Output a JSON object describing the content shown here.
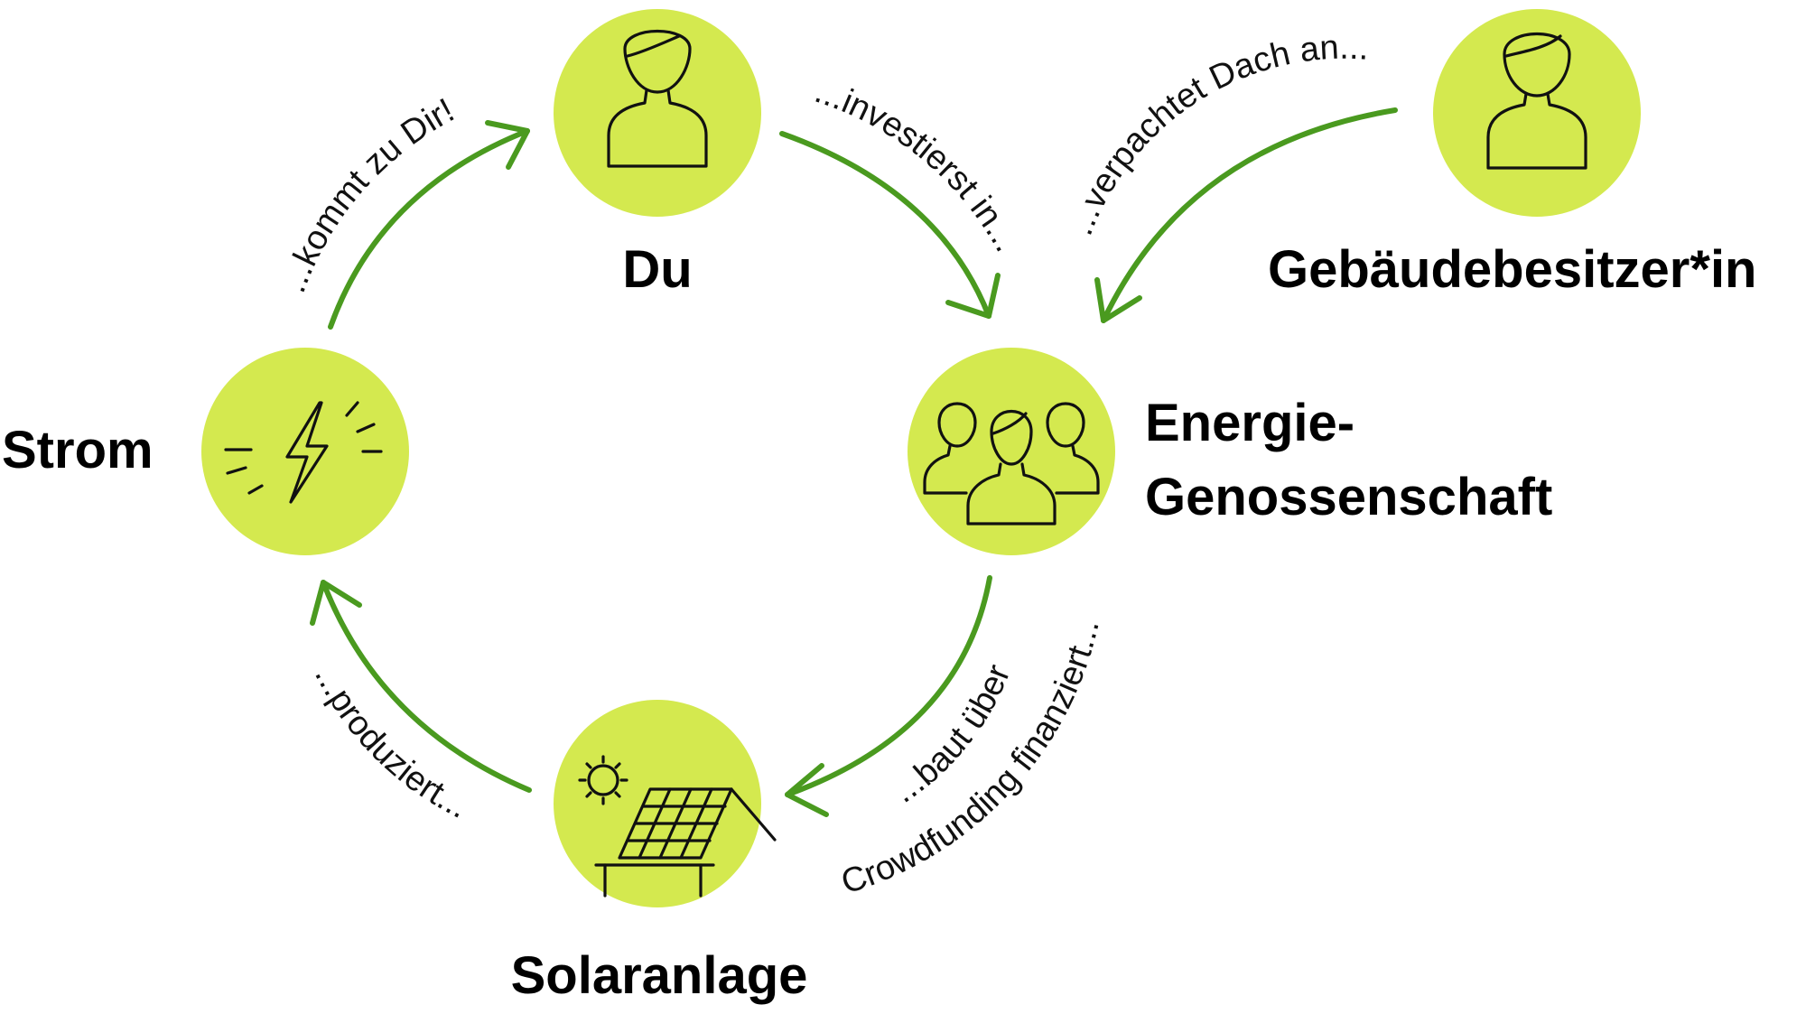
{
  "nodes": {
    "du": "Du",
    "owner": "Gebäudebesitzer*in",
    "coop_line1": "Energie-",
    "coop_line2": "Genossenschaft",
    "strom": "Strom",
    "solar": "Solaranlage"
  },
  "edges": {
    "invest": "...investierst in...",
    "lease": "...verpachtet Dach an...",
    "build_line1": "...baut über",
    "build_line2": "Crowdfunding finanziert...",
    "produce": "...produziert...",
    "comes": "...kommt zu Dir!"
  },
  "colors": {
    "node_fill": "#d4e94f",
    "arrow": "#4a9a1f",
    "text": "#000000"
  }
}
